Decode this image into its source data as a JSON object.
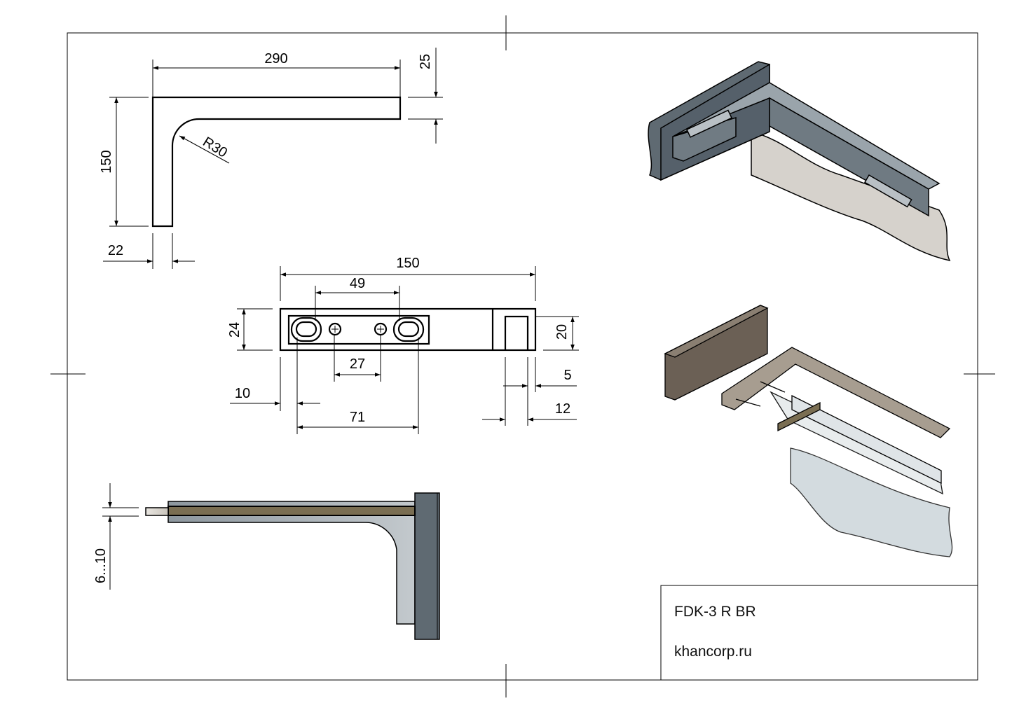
{
  "sheet": {
    "title_block": {
      "part_number": "FDK-3 R BR",
      "website": "khancorp.ru"
    }
  },
  "side_view": {
    "width": "290",
    "thickness": "25",
    "height": "150",
    "radius": "R30",
    "leg_width": "22"
  },
  "plan_view": {
    "length": "150",
    "slot_spacing": "49",
    "height": "24",
    "slot_height": "20",
    "hole_spacing": "27",
    "edge_offset": "10",
    "slot_outer": "71",
    "notch_width": "5",
    "notch_offset": "12"
  },
  "section_view": {
    "glass_range": "6...10"
  },
  "colors": {
    "bracket": "#9aa4ab",
    "wall_plate": "#5f6a72",
    "glass_strip": "#7a6e52",
    "wood": "#6b6055"
  }
}
